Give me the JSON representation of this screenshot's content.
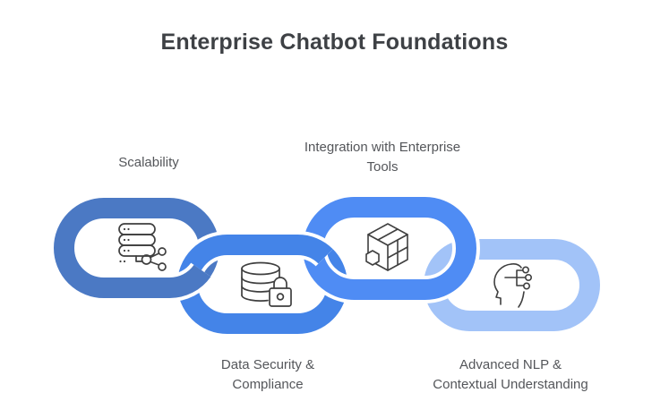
{
  "title": "Enterprise Chatbot Foundations",
  "background_color": "#ffffff",
  "title_color": "#3e4145",
  "label_color": "#54565a",
  "icon_stroke_color": "#3f3f3f",
  "links": [
    {
      "id": "scalability",
      "label": "Scalability",
      "label_position": "top",
      "color": "#4b79c4",
      "icon": "server-network-icon"
    },
    {
      "id": "data-security",
      "label": "Data Security & Compliance",
      "label_position": "bottom",
      "color": "#4484e8",
      "icon": "database-lock-icon"
    },
    {
      "id": "integration",
      "label": "Integration with Enterprise Tools",
      "label_position": "top",
      "color": "#4f8cf4",
      "icon": "cube-modules-icon"
    },
    {
      "id": "advanced-nlp",
      "label": "Advanced NLP & Contextual Understanding",
      "label_position": "bottom",
      "color": "#a2c3f8",
      "icon": "head-circuit-icon"
    }
  ]
}
